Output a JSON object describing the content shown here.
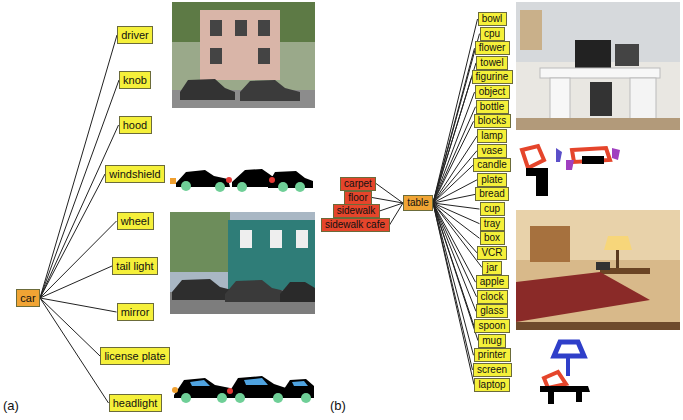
{
  "diagram": {
    "nodes": [
      {
        "text": [
          "car"
        ]
      },
      {
        "text": [
          "driver"
        ]
      },
      {
        "text": [
          "knob"
        ]
      },
      {
        "text": [
          "hood"
        ]
      },
      {
        "text": [
          "windshield"
        ]
      },
      {
        "text": [
          "wheel"
        ]
      },
      {
        "text": [
          "tail light"
        ]
      },
      {
        "text": [
          "mirror"
        ]
      },
      {
        "text": [
          "license plate"
        ]
      },
      {
        "text": [
          "headlight"
        ]
      },
      {
        "text": [
          "carpet"
        ]
      },
      {
        "text": [
          "floor"
        ]
      },
      {
        "text": [
          "sidewalk"
        ]
      },
      {
        "text": [
          "sidewalk cafe"
        ]
      },
      {
        "text": [
          "table"
        ]
      },
      {
        "text": [
          "bowl"
        ]
      },
      {
        "text": [
          "cpu"
        ]
      },
      {
        "text": [
          "flower"
        ]
      },
      {
        "text": [
          "towel"
        ]
      },
      {
        "text": [
          "figurine"
        ]
      },
      {
        "text": [
          "object"
        ]
      },
      {
        "text": [
          "bottle"
        ]
      },
      {
        "text": [
          "blocks"
        ]
      },
      {
        "text": [
          "lamp"
        ]
      },
      {
        "text": [
          "vase"
        ]
      },
      {
        "text": [
          "candle"
        ]
      },
      {
        "text": [
          "plate"
        ]
      },
      {
        "text": [
          "bread"
        ]
      },
      {
        "text": [
          "cup"
        ]
      },
      {
        "text": [
          "tray"
        ]
      },
      {
        "text": [
          "box"
        ]
      },
      {
        "text": [
          "VCR"
        ]
      },
      {
        "text": [
          "jar"
        ]
      },
      {
        "text": [
          "apple"
        ]
      },
      {
        "text": [
          "clock"
        ]
      },
      {
        "text": [
          "glass"
        ]
      },
      {
        "text": [
          "spoon"
        ]
      },
      {
        "text": [
          "mug"
        ]
      },
      {
        "text": [
          "printer"
        ]
      },
      {
        "text": [
          "screen"
        ]
      },
      {
        "text": [
          "laptop"
        ]
      }
    ],
    "edges": [
      {
        "from": 0,
        "to": 1,
        "arrow": "none"
      },
      {
        "from": 0,
        "to": 2,
        "arrow": "none"
      },
      {
        "from": 0,
        "to": 3,
        "arrow": "none"
      },
      {
        "from": 0,
        "to": 4,
        "arrow": "none"
      },
      {
        "from": 0,
        "to": 5,
        "arrow": "none"
      },
      {
        "from": 0,
        "to": 6,
        "arrow": "none"
      },
      {
        "from": 0,
        "to": 7,
        "arrow": "none"
      },
      {
        "from": 0,
        "to": 8,
        "arrow": "none"
      },
      {
        "from": 0,
        "to": 9,
        "arrow": "none"
      },
      {
        "from": 10,
        "to": 14,
        "arrow": "none"
      },
      {
        "from": 11,
        "to": 14,
        "arrow": "none"
      },
      {
        "from": 12,
        "to": 14,
        "arrow": "none"
      },
      {
        "from": 13,
        "to": 14,
        "arrow": "none"
      },
      {
        "from": 14,
        "to": 15,
        "arrow": "none"
      },
      {
        "from": 14,
        "to": 16,
        "arrow": "none"
      },
      {
        "from": 14,
        "to": 17,
        "arrow": "none"
      },
      {
        "from": 14,
        "to": 18,
        "arrow": "none"
      },
      {
        "from": 14,
        "to": 19,
        "arrow": "none"
      },
      {
        "from": 14,
        "to": 20,
        "arrow": "none"
      },
      {
        "from": 14,
        "to": 21,
        "arrow": "none"
      },
      {
        "from": 14,
        "to": 22,
        "arrow": "none"
      },
      {
        "from": 14,
        "to": 23,
        "arrow": "none"
      },
      {
        "from": 14,
        "to": 24,
        "arrow": "none"
      },
      {
        "from": 14,
        "to": 25,
        "arrow": "none"
      },
      {
        "from": 14,
        "to": 26,
        "arrow": "none"
      },
      {
        "from": 14,
        "to": 27,
        "arrow": "none"
      },
      {
        "from": 14,
        "to": 28,
        "arrow": "none"
      },
      {
        "from": 14,
        "to": 29,
        "arrow": "none"
      },
      {
        "from": 14,
        "to": 30,
        "arrow": "none"
      },
      {
        "from": 14,
        "to": 31,
        "arrow": "none"
      },
      {
        "from": 14,
        "to": 32,
        "arrow": "none"
      },
      {
        "from": 14,
        "to": 33,
        "arrow": "none"
      },
      {
        "from": 14,
        "to": 34,
        "arrow": "none"
      },
      {
        "from": 14,
        "to": 35,
        "arrow": "none"
      },
      {
        "from": 14,
        "to": 36,
        "arrow": "none"
      },
      {
        "from": 14,
        "to": 37,
        "arrow": "none"
      },
      {
        "from": 14,
        "to": 38,
        "arrow": "none"
      },
      {
        "from": 14,
        "to": 39,
        "arrow": "none"
      },
      {
        "from": 14,
        "to": 40,
        "arrow": "none"
      }
    ],
    "labels": [
      "(a)",
      "(b)"
    ]
  }
}
